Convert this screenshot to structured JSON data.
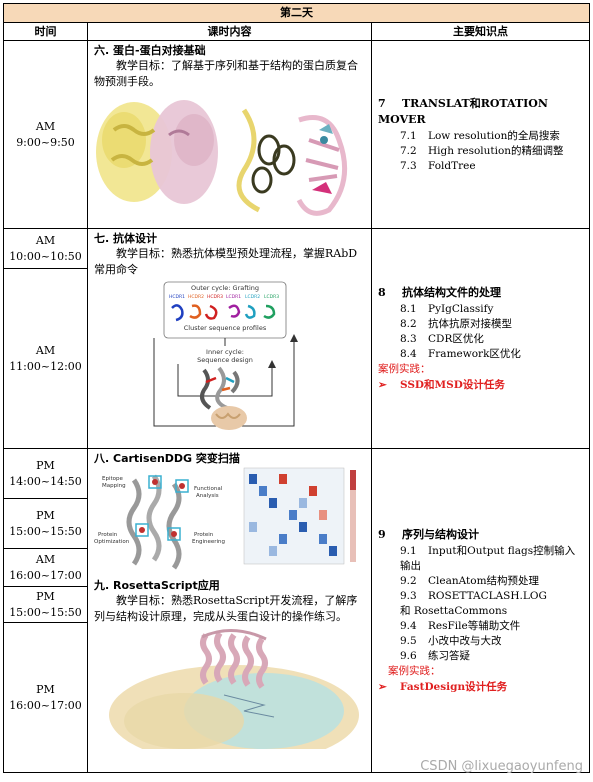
{
  "day_title": "第二天",
  "headers": {
    "time": "时间",
    "content": "课时内容",
    "knowledge": "主要知识点"
  },
  "rows": [
    {
      "times": [
        {
          "period": "AM",
          "range": "9:00~9:50"
        }
      ],
      "sections": [
        {
          "title": "六. 蛋白-蛋白对接基础",
          "text": "教学目标：了解基于序列和基于结构的蛋白质复合物预测手段。"
        }
      ],
      "knowledge": {
        "num": "7",
        "title": "TRANSLAT和ROTATION MOVER",
        "items": [
          {
            "n": "7.1",
            "t": "Low resolution的全局搜索"
          },
          {
            "n": "7.2",
            "t": "High resolution的精细调整"
          },
          {
            "n": "7.3",
            "t": "FoldTree"
          }
        ]
      }
    },
    {
      "times": [
        {
          "period": "AM",
          "range": "10:00~10:50"
        },
        {
          "period": "AM",
          "range": "11:00~12:00"
        }
      ],
      "sections": [
        {
          "title": "七. 抗体设计",
          "text": "教学目标：熟悉抗体模型预处理流程，掌握RAbD常用命令"
        }
      ],
      "figure": {
        "outer": "Outer cycle: Grafting",
        "cdrs": [
          "HCDR1",
          "HCDR2",
          "HCDR3",
          "LCDR1",
          "LCDR2",
          "LCDR3"
        ],
        "profiles": "Cluster sequence profiles",
        "inner1": "Inner cycle:",
        "inner2": "Sequence design"
      },
      "knowledge": {
        "num": "8",
        "title": "抗体结构文件的处理",
        "items": [
          {
            "n": "8.1",
            "t": "PyIgClassify"
          },
          {
            "n": "8.2",
            "t": "抗体抗原对接模型"
          },
          {
            "n": "8.3",
            "t": "CDR区优化"
          },
          {
            "n": "8.4",
            "t": "Framework区优化"
          }
        ],
        "case_label": "案例实践：",
        "case_arrow": "➢",
        "case_task": "SSD和MSD设计任务"
      }
    },
    {
      "times": [
        {
          "period": "PM",
          "range": "14:00~14:50"
        },
        {
          "period": "PM",
          "range": "15:00~15:50"
        },
        {
          "period": "AM",
          "range": "16:00~17:00"
        },
        {
          "period": "PM",
          "range": "15:00~15:50"
        },
        {
          "period": "PM",
          "range": "16:00~17:00"
        }
      ],
      "sections": [
        {
          "title": "八. CartisenDDG  突变扫描",
          "text": ""
        },
        {
          "title": "九. RosettaScript应用",
          "text": "教学目标：熟悉RosettaScript开发流程，了解序列与结构设计原理，完成从头蛋白设计的操作练习。"
        }
      ],
      "figure_labels": {
        "epitope1": "Epitope",
        "epitope2": "Mapping",
        "functional1": "Functional",
        "functional2": "Analysis",
        "protein1": "Protein",
        "optimization": "Optimization",
        "protein2": "Protein",
        "engineering": "Engineering"
      },
      "knowledge": {
        "num": "9",
        "title": "序列与结构设计",
        "items": [
          {
            "n": "9.1",
            "t": "Input和Output flags控制输入输出"
          },
          {
            "n": "9.2",
            "t": "CleanAtom结构预处理"
          },
          {
            "n": "9.3",
            "t": "ROSETTACLASH.LOG                    和 RosettaCommons"
          },
          {
            "n": "9.4",
            "t": "ResFile等辅助文件"
          },
          {
            "n": "9.5",
            "t": "小改中改与大改"
          },
          {
            "n": "9.6",
            "t": "练习答疑"
          }
        ],
        "case_label": "案例实践：",
        "case_arrow": "➢",
        "case_task": "FastDesign设计任务"
      }
    }
  ],
  "watermark": "CSDN @lixuegaoyunfeng"
}
